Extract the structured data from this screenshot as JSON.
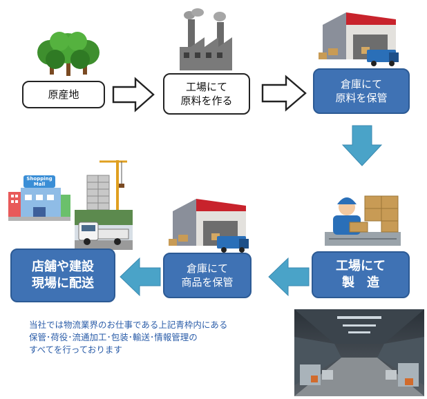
{
  "steps": {
    "origin": "原産地",
    "factory_raw": "工場にて\n原料を作る",
    "warehouse_raw": "倉庫にて\n原料を保管",
    "factory_make": "工場にて\n製　造",
    "warehouse_goods": "倉庫にて\n商品を保管",
    "delivery": "店舗や建設\n現場に配送"
  },
  "illustrations": {
    "shopping_sign": "Shopping\nMall"
  },
  "note": "当社では物流業界のお仕事である上記青枠内にある\n保管･荷役･流通加工･包装･輸送･情報管理の\nすべてを行っております",
  "colors": {
    "blue_box": "#3f72b4",
    "blue_arrow": "#4aa3c8",
    "note_text": "#2a5ca8",
    "roof_red": "#c8232c"
  }
}
